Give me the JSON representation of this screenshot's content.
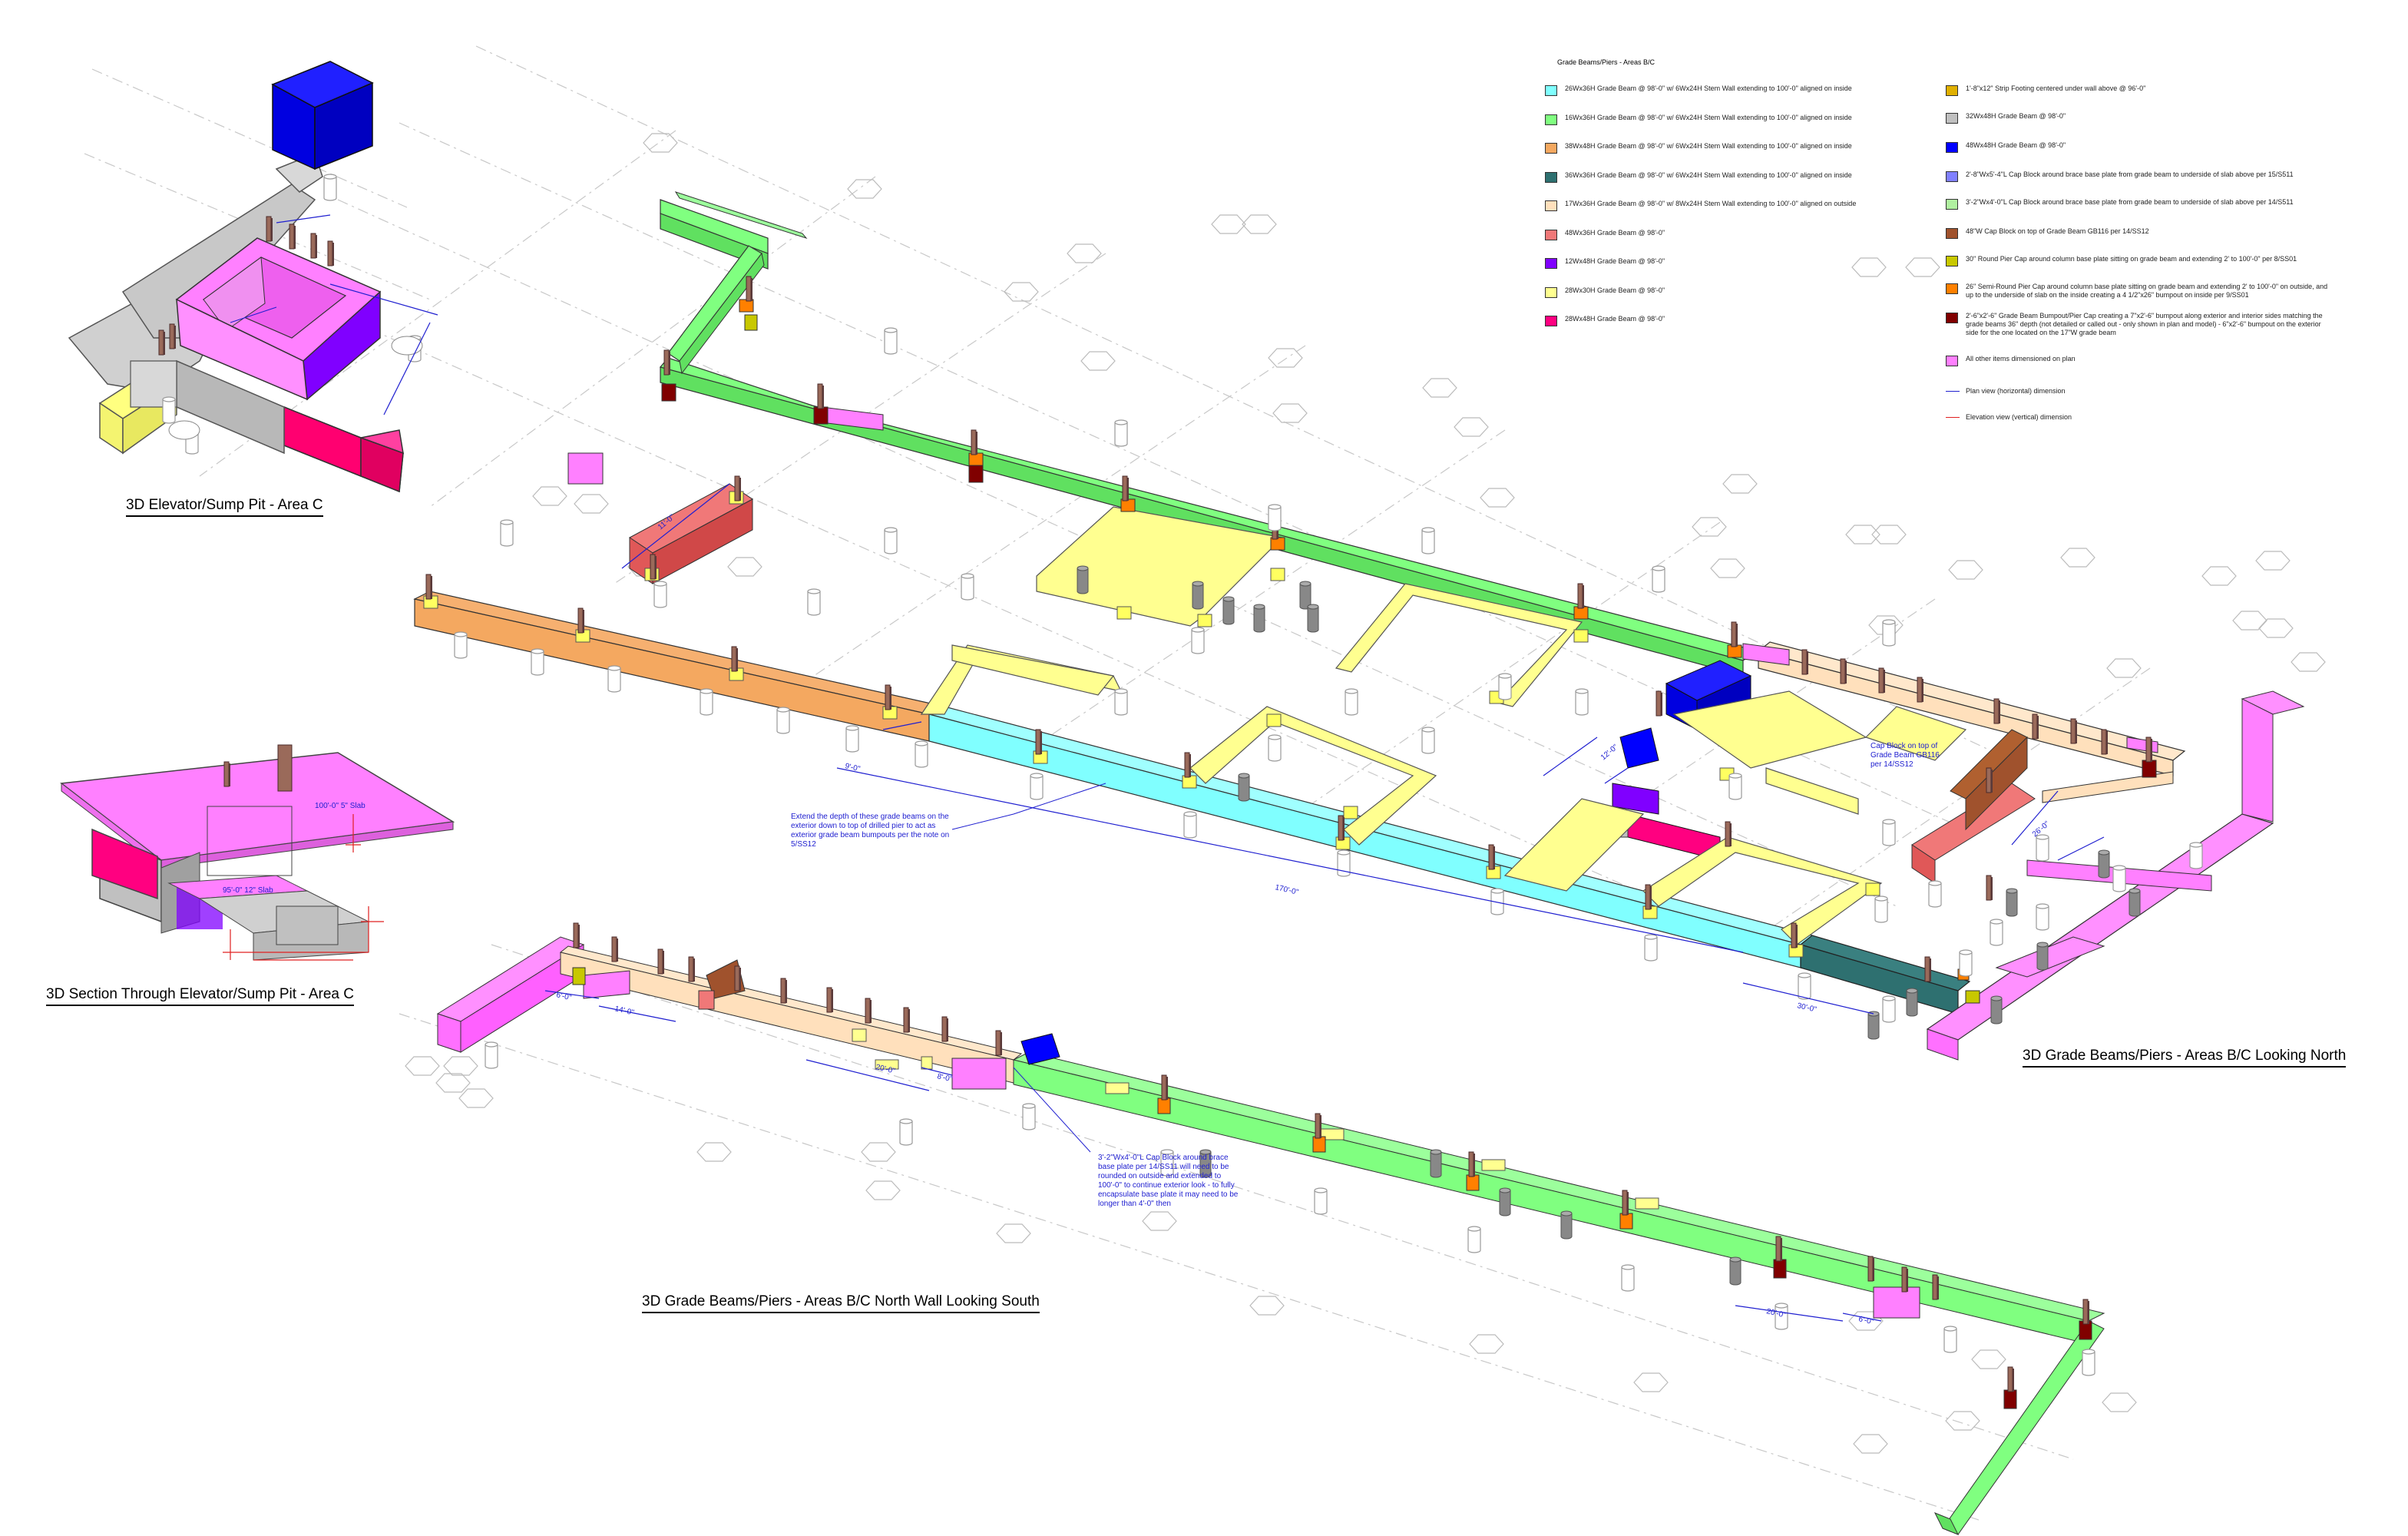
{
  "titles": {
    "elevator_pit": "3D Elevator/Sump Pit - Area C",
    "section": "3D Section Through Elevator/Sump Pit - Area C",
    "looking_north": "3D Grade Beams/Piers - Areas B/C Looking North",
    "looking_south": "3D Grade Beams/Piers - Areas B/C North Wall Looking South"
  },
  "legend": {
    "heading": "Grade Beams/Piers - Areas B/C",
    "left": [
      {
        "color": "#80ffff",
        "label": "26Wx36H Grade Beam @ 98'-0\" w/ 6Wx24H Stem Wall extending to 100'-0\" aligned on inside"
      },
      {
        "color": "#80ff80",
        "label": "16Wx36H Grade Beam @ 98'-0\" w/ 6Wx24H Stem Wall extending to 100'-0\" aligned on inside"
      },
      {
        "color": "#f4a860",
        "label": "38Wx48H Grade Beam @ 98'-0\" w/ 6Wx24H Stem Wall extending to 100'-0\" aligned on inside"
      },
      {
        "color": "#2e7070",
        "label": "36Wx36H Grade Beam @ 98'-0\" w/ 6Wx24H Stem Wall extending to 100'-0\" aligned on inside"
      },
      {
        "color": "#ffe0bc",
        "label": "17Wx36H Grade Beam @ 98'-0\" w/ 8Wx24H Stem Wall extending to 100'-0\" aligned on outside"
      },
      {
        "color": "#f07878",
        "label": "48Wx36H Grade Beam @ 98'-0\""
      },
      {
        "color": "#8000ff",
        "label": "12Wx48H Grade Beam @ 98'-0\""
      },
      {
        "color": "#ffff90",
        "label": "28Wx30H Grade Beam @ 98'-0\""
      },
      {
        "color": "#ff0080",
        "label": "28Wx48H Grade Beam @ 98'-0\""
      }
    ],
    "right": [
      {
        "color": "#e0b000",
        "label": "1'-8\"x12\" Strip Footing centered under wall above @ 96'-0\""
      },
      {
        "color": "#c0c0c0",
        "label": "32Wx48H Grade Beam @ 98'-0\""
      },
      {
        "color": "#0000ff",
        "label": "48Wx48H Grade Beam @ 98'-0\""
      },
      {
        "color": "#8080ff",
        "label": "2'-8\"Wx5'-4\"L Cap Block around brace base plate from grade beam to underside of slab above per 15/S511"
      },
      {
        "color": "#b0f0a0",
        "label": "3'-2\"Wx4'-0\"L Cap Block around brace base plate from grade beam to underside of slab above per 14/S511"
      },
      {
        "color": "#a0522d",
        "label": "48\"W Cap Block on top of Grade Beam GB116 per 14/SS12"
      },
      {
        "color": "#c8c800",
        "label": "30\" Round Pier Cap around column base plate sitting on grade beam and extending 2' to 100'-0\" per 8/SS01"
      },
      {
        "color": "#ff8000",
        "label": "26\" Semi-Round Pier Cap around column base plate sitting on grade beam and extending 2' to 100'-0\" on outside, and up to the underside of slab on the inside creating a 4 1/2\"x26\" bumpout on inside per 9/SS01"
      },
      {
        "color": "#800000",
        "label": "2'-6\"x2'-6\" Grade Beam Bumpout/Pier Cap creating a 7\"x2'-6\" bumpout along exterior and interior sides matching the grade beams 36\" depth (not detailed or called out - only shown in plan and model) - 6\"x2'-6\" bumpout on the exterior side for the one located on the 17\"W grade beam"
      },
      {
        "color": "#ff80ff",
        "label": "All other items dimensioned on plan"
      }
    ],
    "dims": [
      {
        "color": "#2020d0",
        "label": "Plan view (horizontal) dimension"
      },
      {
        "color": "#e02020",
        "label": "Elevation view (vertical) dimension"
      }
    ]
  },
  "notes": {
    "extend_depth": "Extend the depth of these grade beams on the exterior down to top of drilled pier to act as exterior grade beam bumpouts per the note on 5/SS12",
    "cap_block": "Cap Block on top of Grade Beam GB116 per 14/SS12",
    "brace_note": "3'-2\"Wx4'-0\"L Cap Block around brace base plate per 14/SS11 will need to be rounded on outside and extended to 100'-0\" to continue exterior look - to fully encapsulate base plate it may need to be longer than 4'-0\" then",
    "slab_100": "100'-0\" 5\" Slab",
    "slab_95": "95'-0\" 12\" Slab"
  },
  "dimensions": {
    "d170": "170'-0\"",
    "d30": "30'-0\"",
    "d20": "20'-0\"",
    "d14": "14'-0\"",
    "d6": "6'-0\"",
    "d8": "8'-0\"",
    "d11": "11'-0\"",
    "d26": "26'-0\"",
    "d12": "12'-0\"",
    "d9": "9'-0\""
  }
}
